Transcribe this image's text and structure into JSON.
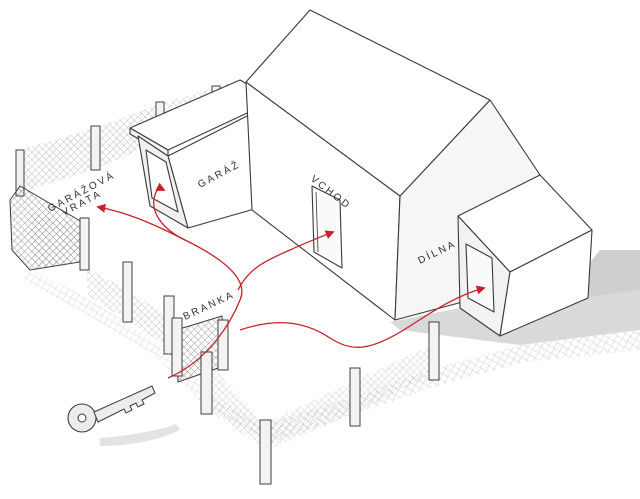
{
  "labels": {
    "garage_gate_line1": "GARÁŽOVÁ",
    "garage_gate_line2": "VRATA",
    "garage": "GARÁŽ",
    "entrance": "VCHOD",
    "workshop": "DÍLNA",
    "gate": "BRANKA"
  },
  "colors": {
    "route": "#c8202a",
    "wall_light": "#ffffff",
    "wall_shade": "#f2f2f2",
    "shadow": "#dadada",
    "outline": "#3a3a3a"
  },
  "icons": {
    "key": "key-icon"
  }
}
